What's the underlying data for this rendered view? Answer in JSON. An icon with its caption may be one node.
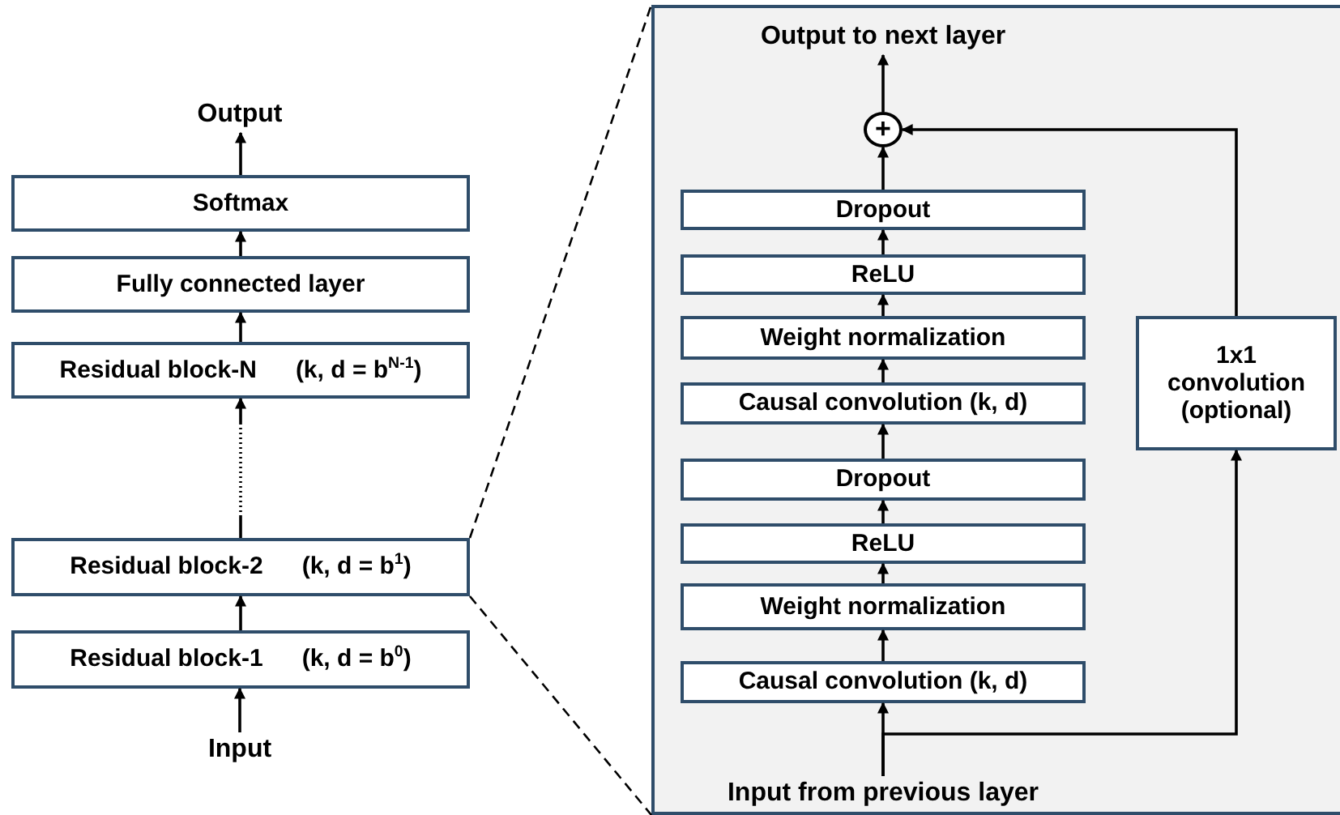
{
  "diagram": {
    "nodes": [
      {
        "text": [
          "Output"
        ]
      },
      {
        "text": [
          "Softmax"
        ]
      },
      {
        "text": [
          "Fully connected layer"
        ]
      },
      {
        "text": [
          "Residual block-N",
          "(k, d = b$^{N-1}$)"
        ]
      },
      {
        "text": [
          "Residual block-2",
          "(k, d = b$^{1}$)"
        ]
      },
      {
        "text": [
          "Residual block-1",
          "(k, d = b$^{0}$)"
        ]
      },
      {
        "text": [
          "Input"
        ]
      },
      {
        "text": [],
        "shape": "box"
      },
      {
        "text": [
          "Output to next layer"
        ],
        "in": 7
      },
      {
        "text": [
          "+"
        ],
        "in": 7
      },
      {
        "text": [
          "Dropout"
        ],
        "in": 7
      },
      {
        "text": [
          "ReLU"
        ],
        "in": 7
      },
      {
        "text": [
          "Weight normalization"
        ],
        "in": 7
      },
      {
        "text": [
          "Causal convolution (k, d)"
        ],
        "in": 7
      },
      {
        "text": [
          "Dropout"
        ],
        "in": 7
      },
      {
        "text": [
          "ReLU"
        ],
        "in": 7
      },
      {
        "text": [
          "Weight normalization"
        ],
        "in": 7
      },
      {
        "text": [
          "Causal convolution (k, d)"
        ],
        "in": 7
      },
      {
        "text": [
          "1x1 convolution (optional)"
        ],
        "in": 7
      },
      {
        "text": [
          "Input from previous layer"
        ],
        "in": 7
      }
    ],
    "edges": [
      {
        "from": 6,
        "to": 5,
        "arrow": "to"
      },
      {
        "from": 5,
        "to": 4,
        "arrow": "to"
      },
      {
        "from": 4,
        "to": 3,
        "arrow": "to",
        "style": "dashed"
      },
      {
        "from": 3,
        "to": 2,
        "arrow": "to"
      },
      {
        "from": 2,
        "to": 1,
        "arrow": "to"
      },
      {
        "from": 1,
        "to": 0,
        "arrow": "to"
      },
      {
        "from": 4,
        "to": 7,
        "arrow": "none",
        "style": "dashed"
      },
      {
        "from": 4,
        "to": 7,
        "arrow": "none",
        "style": "dashed"
      },
      {
        "from": 19,
        "to": 17,
        "arrow": "to"
      },
      {
        "from": 17,
        "to": 16,
        "arrow": "to"
      },
      {
        "from": 16,
        "to": 15,
        "arrow": "to"
      },
      {
        "from": 15,
        "to": 14,
        "arrow": "to"
      },
      {
        "from": 14,
        "to": 13,
        "arrow": "to"
      },
      {
        "from": 13,
        "to": 12,
        "arrow": "to"
      },
      {
        "from": 12,
        "to": 11,
        "arrow": "to"
      },
      {
        "from": 11,
        "to": 10,
        "arrow": "to"
      },
      {
        "from": 10,
        "to": 9,
        "arrow": "to"
      },
      {
        "from": 9,
        "to": 8,
        "arrow": "to"
      },
      {
        "from": 19,
        "to": 18,
        "arrow": "to"
      },
      {
        "from": 18,
        "to": 9,
        "arrow": "to"
      }
    ]
  }
}
